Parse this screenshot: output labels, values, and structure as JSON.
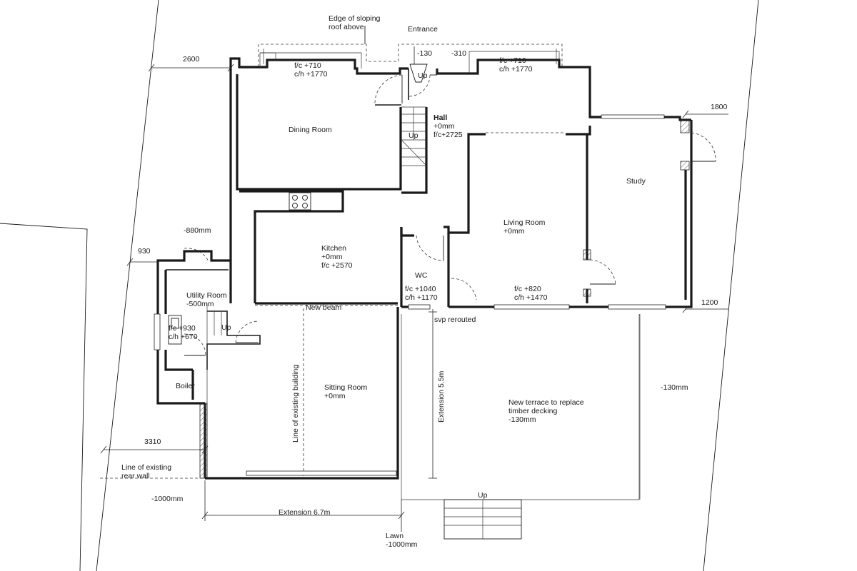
{
  "labels": {
    "edge_roof": "Edge of sloping\nroof above",
    "entrance": "Entrance",
    "dim_130_top": "-130",
    "dim_310_top": "-310",
    "fc_710_left": "f/c +710\nc/h +1770",
    "fc_710_right": "f/c +710\nc/h +1770",
    "dim_2600": "2600",
    "dim_1800": "1800",
    "up_entrance": "Up",
    "hall_title": "Hall",
    "hall_detail": "+0mm\nf/c+2725",
    "up_hall": "Up",
    "dining_room": "Dining Room",
    "study": "Study",
    "living_room": "Living Room\n+0mm",
    "kitchen": "Kitchen\n+0mm\nf/c +2570",
    "dim_880": "-880mm",
    "dim_930": "930",
    "utility_room": "Utility Room\n-500mm",
    "wc": "WC",
    "wc_detail": "f/c +1040\nc/h +1170",
    "fc_820": "f/c +820\nc/h +1470",
    "dim_1200": "1200",
    "new_beam": "New beam",
    "svp": "svp rerouted",
    "fc_930": "f/c +930\nc/h +670",
    "up_utility": "Up",
    "boiler": "Boiler",
    "line_existing_building": "Line of existing building",
    "sitting_room": "Sitting Room\n+0mm",
    "extension_55": "Extension 5.5m",
    "new_terrace": "New terrace to replace\ntimber decking\n-130mm",
    "dim_130_right": "-130mm",
    "dim_3310": "3310",
    "line_rear_wall": "Line of existing\nrear wall",
    "dim_1000_left": "-1000mm",
    "extension_67": "Extension 6.7m",
    "up_terrace": "Up",
    "lawn": "Lawn\n-1000mm"
  }
}
